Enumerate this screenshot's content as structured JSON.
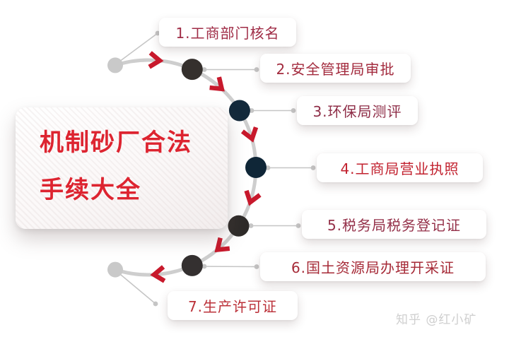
{
  "title": {
    "line1": "机制砂厂合法",
    "line2": "手续大全",
    "color": "#dd2430"
  },
  "steps": [
    {
      "label": "1.工商部门核名",
      "text_color": "#9f2b45",
      "dot_color": "#c9c9c9"
    },
    {
      "label": "2.安全管理局审批",
      "text_color": "#a32b3e",
      "dot_color": "#35302d"
    },
    {
      "label": "3.环保局测评",
      "text_color": "#8e2d47",
      "dot_color": "#13293b"
    },
    {
      "label": "4.工商局营业执照",
      "text_color": "#c2222f",
      "dot_color": "#0f2637"
    },
    {
      "label": "5.税务局税务登记证",
      "text_color": "#943049",
      "dot_color": "#2e2b29"
    },
    {
      "label": "6.国土资源局办理开采证",
      "text_color": "#a62a37",
      "dot_color": "#343030"
    },
    {
      "label": "7.生产许可证",
      "text_color": "#bb3038",
      "dot_color": "#c9c9c9"
    }
  ],
  "watermark": {
    "text": "知乎 @红小矿",
    "color": "#cfcfcf"
  },
  "colors": {
    "arc": "#cecece",
    "chevron": "#c8192c",
    "connector": "#c5c5c5"
  }
}
